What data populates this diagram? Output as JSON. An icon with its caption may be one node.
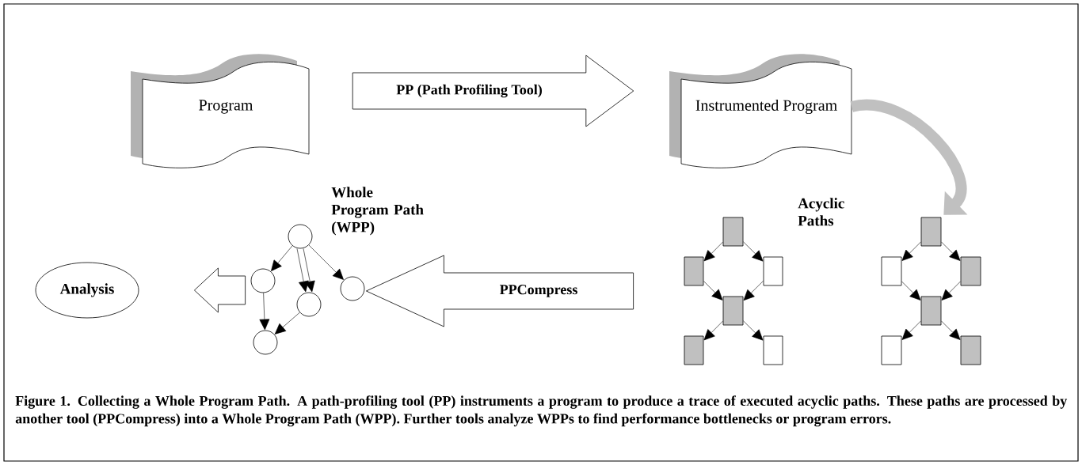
{
  "diagram": {
    "caption": "Figure 1.  Collecting a Whole Program Path.  A path-profiling tool (PP) instruments a program to produce a trace of executed acyclic paths.  These paths are processed by another tool (PPCompress) into a Whole Program Path (WPP).  Further tools analyze WPPs to find performance bottlenecks or program errors.",
    "nodes": [
      {
        "text": [
          "Program"
        ]
      },
      {
        "text": [
          "Instrumented Program"
        ]
      },
      {
        "text": [],
        "shape": "box"
      },
      {
        "text": [],
        "shape": "box"
      },
      {
        "text": [],
        "shape": "box"
      },
      {
        "text": [],
        "shape": "box"
      },
      {
        "text": [],
        "shape": "box"
      },
      {
        "text": [],
        "shape": "box"
      },
      {
        "text": [],
        "shape": "box"
      },
      {
        "text": [],
        "shape": "box"
      },
      {
        "text": [],
        "shape": "box"
      },
      {
        "text": [],
        "shape": "box"
      },
      {
        "text": [],
        "shape": "box"
      },
      {
        "text": [],
        "shape": "box"
      },
      {
        "text": [],
        "shape": "circle"
      },
      {
        "text": [],
        "shape": "circle"
      },
      {
        "text": [],
        "shape": "circle"
      },
      {
        "text": [],
        "shape": "circle"
      },
      {
        "text": [],
        "shape": "circle"
      },
      {
        "text": [
          "Analysis"
        ]
      }
    ],
    "edges": [
      {
        "from": 0,
        "to": 1,
        "arrow": "to",
        "label": "PP (Path Profiling Tool)",
        "style": "thick"
      },
      {
        "from": 1,
        "to": 8,
        "arrow": "to",
        "style": "thick",
        "color": "#c0c0c0"
      },
      {
        "from": 2,
        "to": 3,
        "arrow": "to"
      },
      {
        "from": 2,
        "to": 4,
        "arrow": "to"
      },
      {
        "from": 3,
        "to": 5,
        "arrow": "to"
      },
      {
        "from": 4,
        "to": 5,
        "arrow": "to"
      },
      {
        "from": 5,
        "to": 6,
        "arrow": "to"
      },
      {
        "from": 5,
        "to": 7,
        "arrow": "to"
      },
      {
        "from": 8,
        "to": 9,
        "arrow": "to"
      },
      {
        "from": 8,
        "to": 10,
        "arrow": "to"
      },
      {
        "from": 9,
        "to": 11,
        "arrow": "to"
      },
      {
        "from": 10,
        "to": 11,
        "arrow": "to"
      },
      {
        "from": 11,
        "to": 12,
        "arrow": "to"
      },
      {
        "from": 11,
        "to": 13,
        "arrow": "to"
      },
      {
        "from": 3,
        "to": 17,
        "arrow": "to",
        "label": "PPCompress",
        "style": "thick"
      },
      {
        "from": 14,
        "to": 15,
        "arrow": "to"
      },
      {
        "from": 14,
        "to": 16,
        "arrow": "to"
      },
      {
        "from": 14,
        "to": 16,
        "arrow": "to"
      },
      {
        "from": 14,
        "to": 17,
        "arrow": "to"
      },
      {
        "from": 15,
        "to": 18,
        "arrow": "to"
      },
      {
        "from": 16,
        "to": 18,
        "arrow": "to"
      },
      {
        "from": 15,
        "to": 19,
        "arrow": "to",
        "style": "thick"
      }
    ],
    "labels": [
      "Whole Program Path (WPP)",
      "Acyclic Paths"
    ]
  }
}
